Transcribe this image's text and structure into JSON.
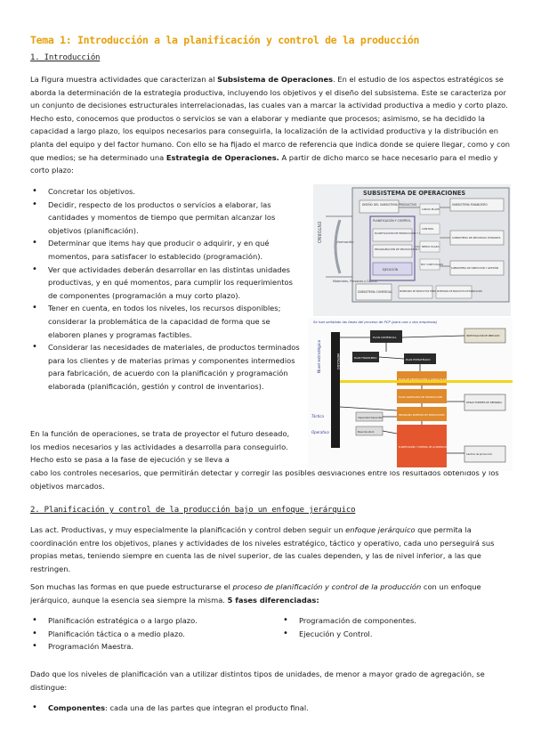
{
  "title": "Tema 1: Introducción a la planificación y control de la producción",
  "section1": "1. Introducción",
  "intro": {
    "p1a": "La Figura muestra actividades que caracterizan al ",
    "p1b": "Subsistema de Operaciones",
    "p1c": ". En el estudio de los aspectos estratégicos se aborda la determinación de la estrategia productiva, incluyendo los objetivos y el diseño del subsistema. Este se caracteriza por un conjunto de decisiones estructurales interrelacionadas, las cuales van a marcar la actividad productiva a medio y corto plazo. Hecho esto, conocemos que productos o servicios se van a elaborar y mediante que procesos; asimismo, se ha decidido la capacidad a largo plazo, los equipos necesarios para conseguirla, la localización de la actividad productiva y la distribución en planta del equipo y del factor humano. Con ello se ha fijado el marco de referencia que indica donde se quiere llegar, como y con que medios; se ha determinado una ",
    "p1d": "Estrategia de Operaciones.",
    "p1e": " A partir de dicho marco se hace necesario para el medio y corto plazo:"
  },
  "bullets1": [
    "Concretar los objetivos.",
    "Decidir, respecto de los productos o servicios a elaborar, las cantidades y momentos de tiempo que permitan alcanzar los objetivos (planificación).",
    "Determinar que items hay que producir o adquirir, y en qué momentos, para satisfacer lo establecido (programación).",
    "Ver que actividades deberán desarrollar en las distintas unidades productivas, y en qué momentos, para cumplir los requerimientos de componentes (programación a muy corto plazo).",
    "Tener en cuenta, en todos los niveles, los recursos disponibles; considerar la problemática de la capacidad de forma que se elaboren planes y programas factibles.",
    "Considerar las necesidades de materiales,  de productos terminados para los clientes y de materias primas y componentes intermedios para fabricación, de acuerdo con la planificación y programación elaborada (planificación, gestión y control de inventarios)."
  ],
  "para2a": "En la función de operaciones, se trata de proyector el futuro deseado, los medios necesarios y las actividades a desarrolla para conseguirlo. Hecho esto se pasa a la fase de ejecución y se lleva a",
  "para2b": "cabo los controles necesarios, que permitirán detectar y corregir las posibles desviaciones entre los resultados obtenidos y los objetivos marcados.",
  "section2": "2. Planificación y control de la producción bajo un enfoque jerárquico",
  "para3": {
    "a": "Las act. Productivas, y muy especialmente la planificación y control deben seguir un ",
    "b": "enfoque jerárquico",
    "c": " que permita la coordinación entre los objetivos, planes y actividades de los niveles estratégico, táctico y operativo, cada uno perseguirá sus propias metas, teniendo siempre en cuenta las de nivel superior, de las cuales dependen, y las de nivel inferior, a las que restringen."
  },
  "para4": {
    "a": "Son muchas las formas en que puede estructurarse el ",
    "b": "proceso de planificación y control de la producción",
    "c": " con un enfoque jerárquico, aunque la esencia sea siempre la misma. ",
    "d": "5 fases diferenciadas:"
  },
  "phases_left": [
    "Planificación estratégica o a largo plazo.",
    "Planificación táctica o a medio plazo.",
    "Programación Maestra."
  ],
  "phases_right": [
    "Programación de componentes.",
    "Ejecución y Control."
  ],
  "para5": "Dado que los niveles de planificación van a utilizar distintos tipos de unidades, de menor a mayor grado de agregación, se distingue:",
  "last_bullet": {
    "term": "Componentes",
    "text": ": cada una de las partes que integran el producto final."
  },
  "figure1": {
    "header": "SUBSISTEMA DE OPERACIONES",
    "entorno": "ENTORNO",
    "left_labels": [
      "Información",
      "Materiales, Personas y Capital"
    ],
    "center": [
      "DISEÑO DEL SUBSISTEMA PRODUCTIVO",
      "PLANIFICACIÓN Y CONTROL",
      "PLANIFICACIÓN DE PRODUCCIÓN Y CAPACIDAD",
      "PROGRAMACIÓN DE PRODUCCIÓN Y CAPACIDAD",
      "EJECUCIÓN"
    ],
    "right_small": [
      "LARGO PLAZO",
      "CONTROL",
      "MEDIO PLAZO",
      "MUY CORTO PLAZO"
    ],
    "right": [
      "SUBSISTEMA FINANCIERO",
      "SUBSISTEMA DE RECURSOS HUMANOS",
      "SUBSISTEMA DE DIRECCIÓN Y GESTIÓN"
    ],
    "bottom": [
      "SUBSISTEMA COMERCIAL",
      "INVENTARIO DE PRODUCTOS TERMINADOS",
      "INVENTARIO DE PRODUCTOS EN FABRICACIÓN"
    ]
  },
  "figure2": {
    "note": "Se han señalado las fases del proceso de PCP (para una o dos empresas)",
    "side": "Nivel estratégico",
    "boxes": [
      "PLAN COMERCIAL",
      "INVESTIGACIÓN DE MERCADO",
      "PLAN FINANCIERO",
      "PLAN ESTRATÉGICO",
      "PLAN DE PRODUCCIÓN A LARGO PLAZO",
      "PLAN AGREGADO DE PRODUCCIÓN",
      "PROGRAMA MAESTRO DE PRODUCCIÓN",
      "OTRAS FUENTES DE DEMANDA",
      "Capacidad disponible",
      "Nivel de stock",
      "PLANIFICACIÓN Y CONTROL DE LA PRODUCCIÓN",
      "Centros de producción"
    ],
    "left_notes": [
      "Táctica",
      "Operativa"
    ],
    "vertical": "MERCADO"
  }
}
